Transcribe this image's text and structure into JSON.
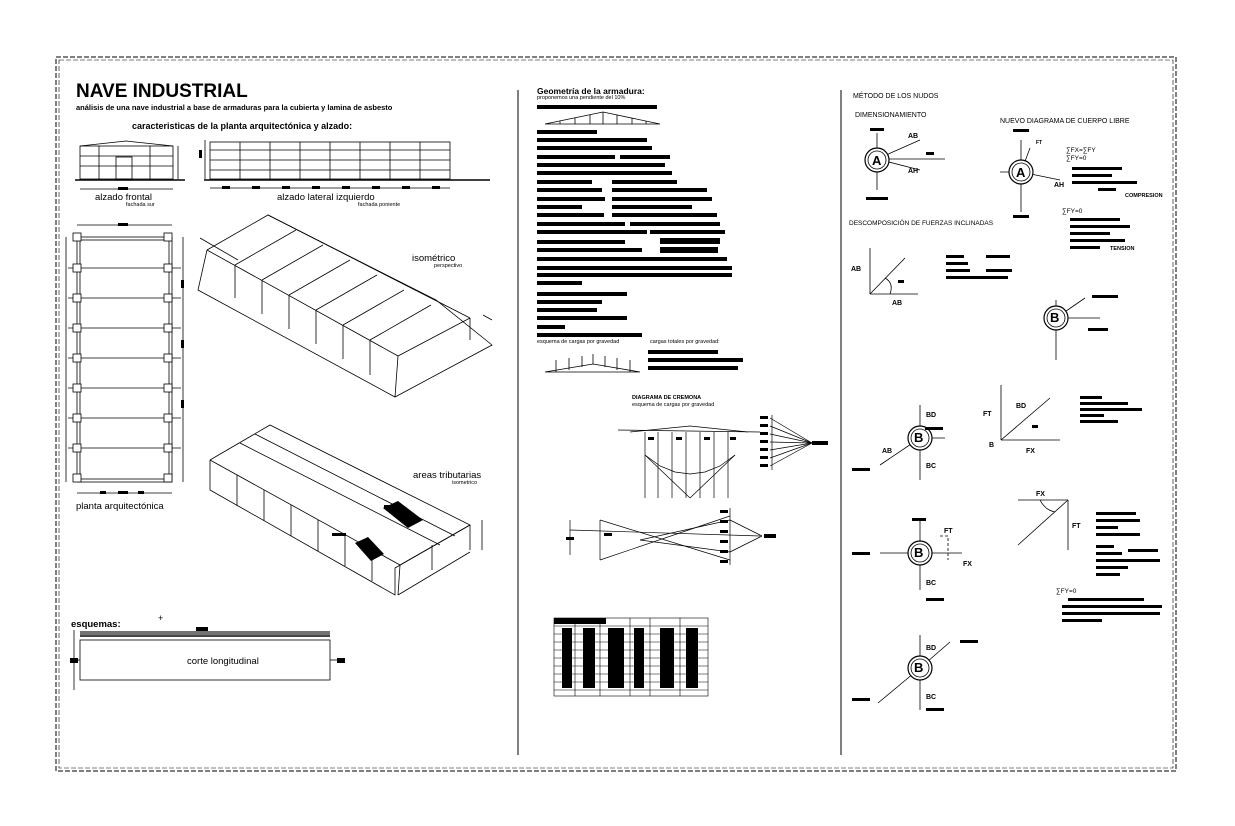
{
  "header": {
    "title": "NAVE INDUSTRIAL",
    "subtitle": "análisis de una nave industrial a base de armaduras para la cubierta y lamina de asbesto"
  },
  "left": {
    "section_title": "caracteristicas de la planta arquitectónica y alzado:",
    "front_label": "alzado frontal",
    "front_sub": "fachada sur",
    "side_label": "alzado lateral izquierdo",
    "side_sub": "fachada poniente",
    "iso_label": "isométrico",
    "iso_sub": "perspectivo",
    "tributary_label": "areas tributarias",
    "tributary_sub": "isometrico",
    "plan_label": "planta arquitectónica",
    "schemes_label": "esquemas:",
    "section_cut_label": "corte longitudinal"
  },
  "middle": {
    "truss_title": "Geometría de la armadura:",
    "truss_sub": "proponemos una pendiente del 10%",
    "gravity_scheme": "esquema de cargas por gravedad",
    "gravity_totals": "cargas totales por gravedad:",
    "cremona_title": "DIAGRAMA DE CREMONA",
    "cremona_sub": "esquema de cargas por gravedad"
  },
  "right": {
    "method_title": "MÉTODO DE LOS NUDOS",
    "dim_title": "DIMENSIONAMIENTO",
    "fbd_title": "NUEVO DIAGRAMA DE CUERPO LIBRE",
    "decomp_title": "DESCOMPOSICIÓN DE FUERZAS INCLINADAS",
    "compression": "COMPRESION",
    "tension": "TENSION",
    "node_a": "A",
    "node_b": "B",
    "lbl_ab": "AB",
    "lbl_ah": "AH",
    "lbl_bd": "BD",
    "lbl_bc": "BC",
    "lbl_ft": "FT",
    "lbl_fx": "FX",
    "lbl_b": "B",
    "sum_fx": "∑FX=∑FY",
    "sum_fy": "∑FY=0",
    "sum_fy2": "∑FY=0"
  }
}
